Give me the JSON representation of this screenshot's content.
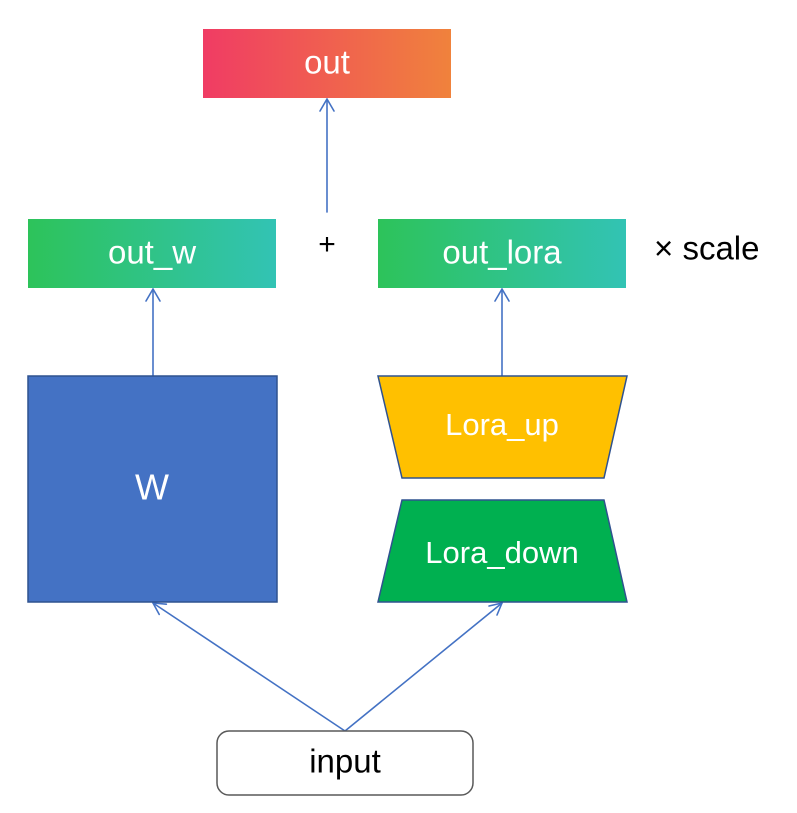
{
  "nodes": {
    "out": "out",
    "out_w": "out_w",
    "out_lora": "out_lora",
    "w": "W",
    "lora_up": "Lora_up",
    "lora_down": "Lora_down",
    "input": "input"
  },
  "operators": {
    "plus": "+",
    "scale": "× scale"
  },
  "colors": {
    "arrow": "#4472c4",
    "out_gradient": [
      "#f03c64",
      "#f0823c"
    ],
    "teal_gradient": [
      "#2dc35a",
      "#32c3b4"
    ],
    "w_fill": "#4472c4",
    "lora_up_fill": "#ffc000",
    "lora_down_fill": "#00b050",
    "input_border": "#595959"
  }
}
